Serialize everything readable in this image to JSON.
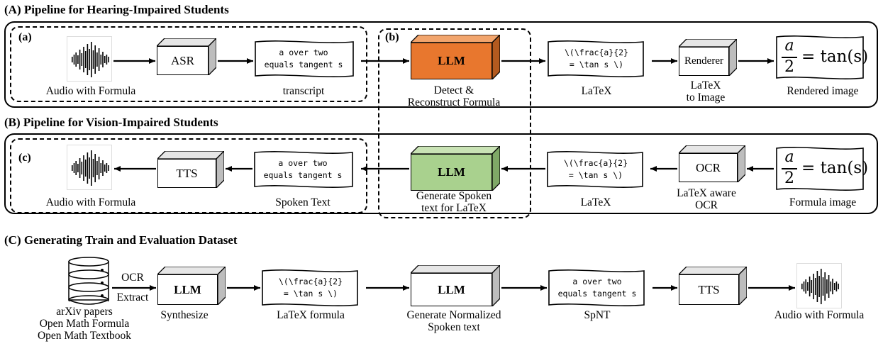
{
  "section_a": {
    "title": "(A) Pipeline for Hearing-Impaired Students",
    "label_a": "(a)",
    "label_b": "(b)",
    "audio_caption": "Audio with Formula",
    "asr": "ASR",
    "transcript_text": [
      "a over two",
      "equals tangent s"
    ],
    "transcript_caption": "transcript",
    "llm": "LLM",
    "llm_caption": [
      "Detect &",
      "Reconstruct Formula"
    ],
    "latex_text": [
      "\\(\\frac{a}{2}",
      "= \\tan s \\)"
    ],
    "latex_caption": "LaTeX",
    "renderer": "Renderer",
    "renderer_caption": [
      "LaTeX",
      "to Image"
    ],
    "rendered_caption": "Rendered image"
  },
  "section_b": {
    "title": "(B) Pipeline for Vision-Impaired Students",
    "label_c": "(c)",
    "audio_caption": "Audio with Formula",
    "tts": "TTS",
    "spoken_text": [
      "a over two",
      "equals tangent s"
    ],
    "spoken_caption": "Spoken Text",
    "llm": "LLM",
    "llm_caption": [
      "Generate Spoken",
      "text for LaTeX"
    ],
    "latex_text": [
      "\\(\\frac{a}{2}",
      "= \\tan s \\)"
    ],
    "latex_caption": "LaTeX",
    "ocr": "OCR",
    "ocr_caption": [
      "LaTeX aware",
      "OCR"
    ],
    "formula_caption": "Formula image"
  },
  "section_c": {
    "title": "(C) Generating Train and Evaluation Dataset",
    "db_caption": [
      "arXiv papers",
      "Open Math Formula",
      "Open Math Textbook"
    ],
    "ocr_label": "OCR",
    "extract_label": "Extract",
    "llm1": "LLM",
    "llm1_caption": "Synthesize",
    "latex_text": [
      "\\(\\frac{a}{2}",
      "= \\tan s \\)"
    ],
    "latex_caption": "LaTeX formula",
    "llm2": "LLM",
    "llm2_caption": [
      "Generate Normalized",
      "Spoken text"
    ],
    "spnt_text": [
      "a over two",
      "equals tangent s"
    ],
    "spnt_caption": "SpNT",
    "tts": "TTS",
    "audio_caption": "Audio with Formula"
  },
  "formula": {
    "numerator": "a",
    "denominator": "2",
    "rhs": "= tan(s)"
  },
  "colors": {
    "llm_orange": "#E8772E",
    "llm_green": "#A9D18E",
    "ink": "#000000"
  }
}
